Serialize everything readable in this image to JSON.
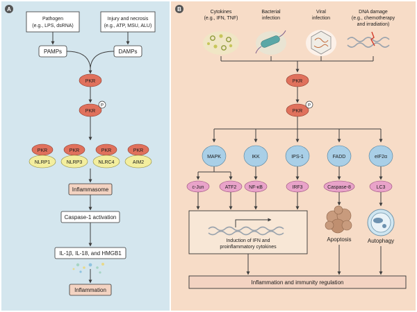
{
  "panel_a": {
    "label": "A",
    "pathogen": {
      "line1": "Pathogen",
      "line2": "(e.g., LPS, dsRNA)"
    },
    "injury": {
      "line1": "Injury and necrosis",
      "line2": "(e.g., ATP, MSU, ALU)"
    },
    "pamps": "PAMPs",
    "damps": "DAMPs",
    "pkr": "PKR",
    "phospho": "P",
    "sensors": [
      {
        "top": "PKR",
        "bottom": "NLRP1"
      },
      {
        "top": "PKR",
        "bottom": "NLRP3"
      },
      {
        "top": "PKR",
        "bottom": "NLRC4"
      },
      {
        "top": "PKR",
        "bottom": "AIM2"
      }
    ],
    "inflammasome": "Inflammasome",
    "caspase1": "Caspase-1 activation",
    "cytokines": "IL-1β, IL-18, and HMGB1",
    "inflammation": "Inflammation"
  },
  "panel_b": {
    "label": "B",
    "stimuli": [
      {
        "line1": "Cytokines",
        "line2": "(e.g., IFN, TNF)",
        "line3": ""
      },
      {
        "line1": "Bacterial",
        "line2": "infection",
        "line3": ""
      },
      {
        "line1": "Viral",
        "line2": "infection",
        "line3": ""
      },
      {
        "line1": "DNA damage",
        "line2": "(e.g., chemotherapy",
        "line3": "and irradiation)"
      }
    ],
    "pkr": "PKR",
    "phospho": "P",
    "effectors": [
      "MAPK",
      "IKK",
      "IPS-1",
      "FADD",
      "eIF2α"
    ],
    "targets": [
      "c-Jun",
      "ATF2",
      "NF-κB",
      "IRF3",
      "Caspase-8",
      "LC3"
    ],
    "induction": {
      "line1": "Induction of IFN and",
      "line2": "proinflammatory cytokines"
    },
    "apoptosis": "Apoptosis",
    "autophagy": "Autophagy",
    "regulation": "Inflammation and immunity regulation"
  },
  "colors": {
    "panel_a_bg": "#d4e6ee",
    "panel_b_bg": "#f7dcc7",
    "pkr_fill": "#e0715c",
    "effector_fill": "#a9cfe7",
    "target_fill": "#e9a3c9",
    "nlr_fill": "#f3ee9e",
    "salmon_box": "#f3d3c2",
    "arrow": "#3d3d3d"
  }
}
